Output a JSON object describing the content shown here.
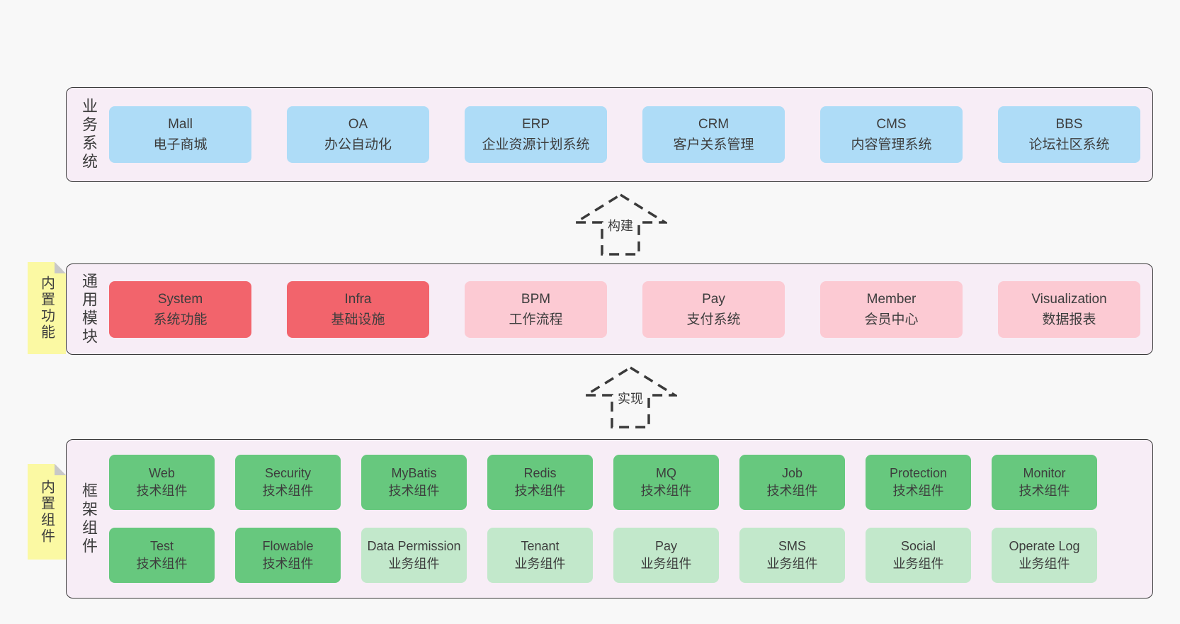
{
  "colors": {
    "pageBg": "#f8f8f8",
    "layerBg": "#f7edf6",
    "layerBorder": "#3b3b3b",
    "text": "#3d3d3d",
    "arrow": "#3a3a3a",
    "blue": "#aedcf7",
    "red": "#f2646c",
    "pink": "#fccad3",
    "green": "#67c87e",
    "lightGreen": "#c2e8cb",
    "yellow": "#fbf9a3",
    "fold": "#c8c8c8"
  },
  "business": {
    "label": "业务系统",
    "boxes": [
      {
        "name": "Mall",
        "desc": "电子商城"
      },
      {
        "name": "OA",
        "desc": "办公自动化"
      },
      {
        "name": "ERP",
        "desc": "企业资源计划系统"
      },
      {
        "name": "CRM",
        "desc": "客户关系管理"
      },
      {
        "name": "CMS",
        "desc": "内容管理系统"
      },
      {
        "name": "BBS",
        "desc": "论坛社区系统"
      }
    ]
  },
  "arrows": {
    "build": {
      "label": "构建"
    },
    "implement": {
      "label": "实现"
    }
  },
  "modules": {
    "label": "通用模块",
    "note": "内置功能",
    "boxes": [
      {
        "name": "System",
        "desc": "系统功能",
        "style": "red"
      },
      {
        "name": "Infra",
        "desc": "基础设施",
        "style": "red"
      },
      {
        "name": "BPM",
        "desc": "工作流程",
        "style": "pink"
      },
      {
        "name": "Pay",
        "desc": "支付系统",
        "style": "pink"
      },
      {
        "name": "Member",
        "desc": "会员中心",
        "style": "pink"
      },
      {
        "name": "Visualization",
        "desc": "数据报表",
        "style": "pink"
      }
    ]
  },
  "framework": {
    "label": "框架组件",
    "note": "内置组件",
    "row1": [
      {
        "name": "Web",
        "desc": "技术组件",
        "style": "green"
      },
      {
        "name": "Security",
        "desc": "技术组件",
        "style": "green"
      },
      {
        "name": "MyBatis",
        "desc": "技术组件",
        "style": "green"
      },
      {
        "name": "Redis",
        "desc": "技术组件",
        "style": "green"
      },
      {
        "name": "MQ",
        "desc": "技术组件",
        "style": "green"
      },
      {
        "name": "Job",
        "desc": "技术组件",
        "style": "green"
      },
      {
        "name": "Protection",
        "desc": "技术组件",
        "style": "green"
      },
      {
        "name": "Monitor",
        "desc": "技术组件",
        "style": "green"
      }
    ],
    "row2": [
      {
        "name": "Test",
        "desc": "技术组件",
        "style": "green"
      },
      {
        "name": "Flowable",
        "desc": "技术组件",
        "style": "green"
      },
      {
        "name": "Data Permission",
        "desc": "业务组件",
        "style": "lightgreen"
      },
      {
        "name": "Tenant",
        "desc": "业务组件",
        "style": "lightgreen"
      },
      {
        "name": "Pay",
        "desc": "业务组件",
        "style": "lightgreen"
      },
      {
        "name": "SMS",
        "desc": "业务组件",
        "style": "lightgreen"
      },
      {
        "name": "Social",
        "desc": "业务组件",
        "style": "lightgreen"
      },
      {
        "name": "Operate Log",
        "desc": "业务组件",
        "style": "lightgreen"
      }
    ]
  }
}
